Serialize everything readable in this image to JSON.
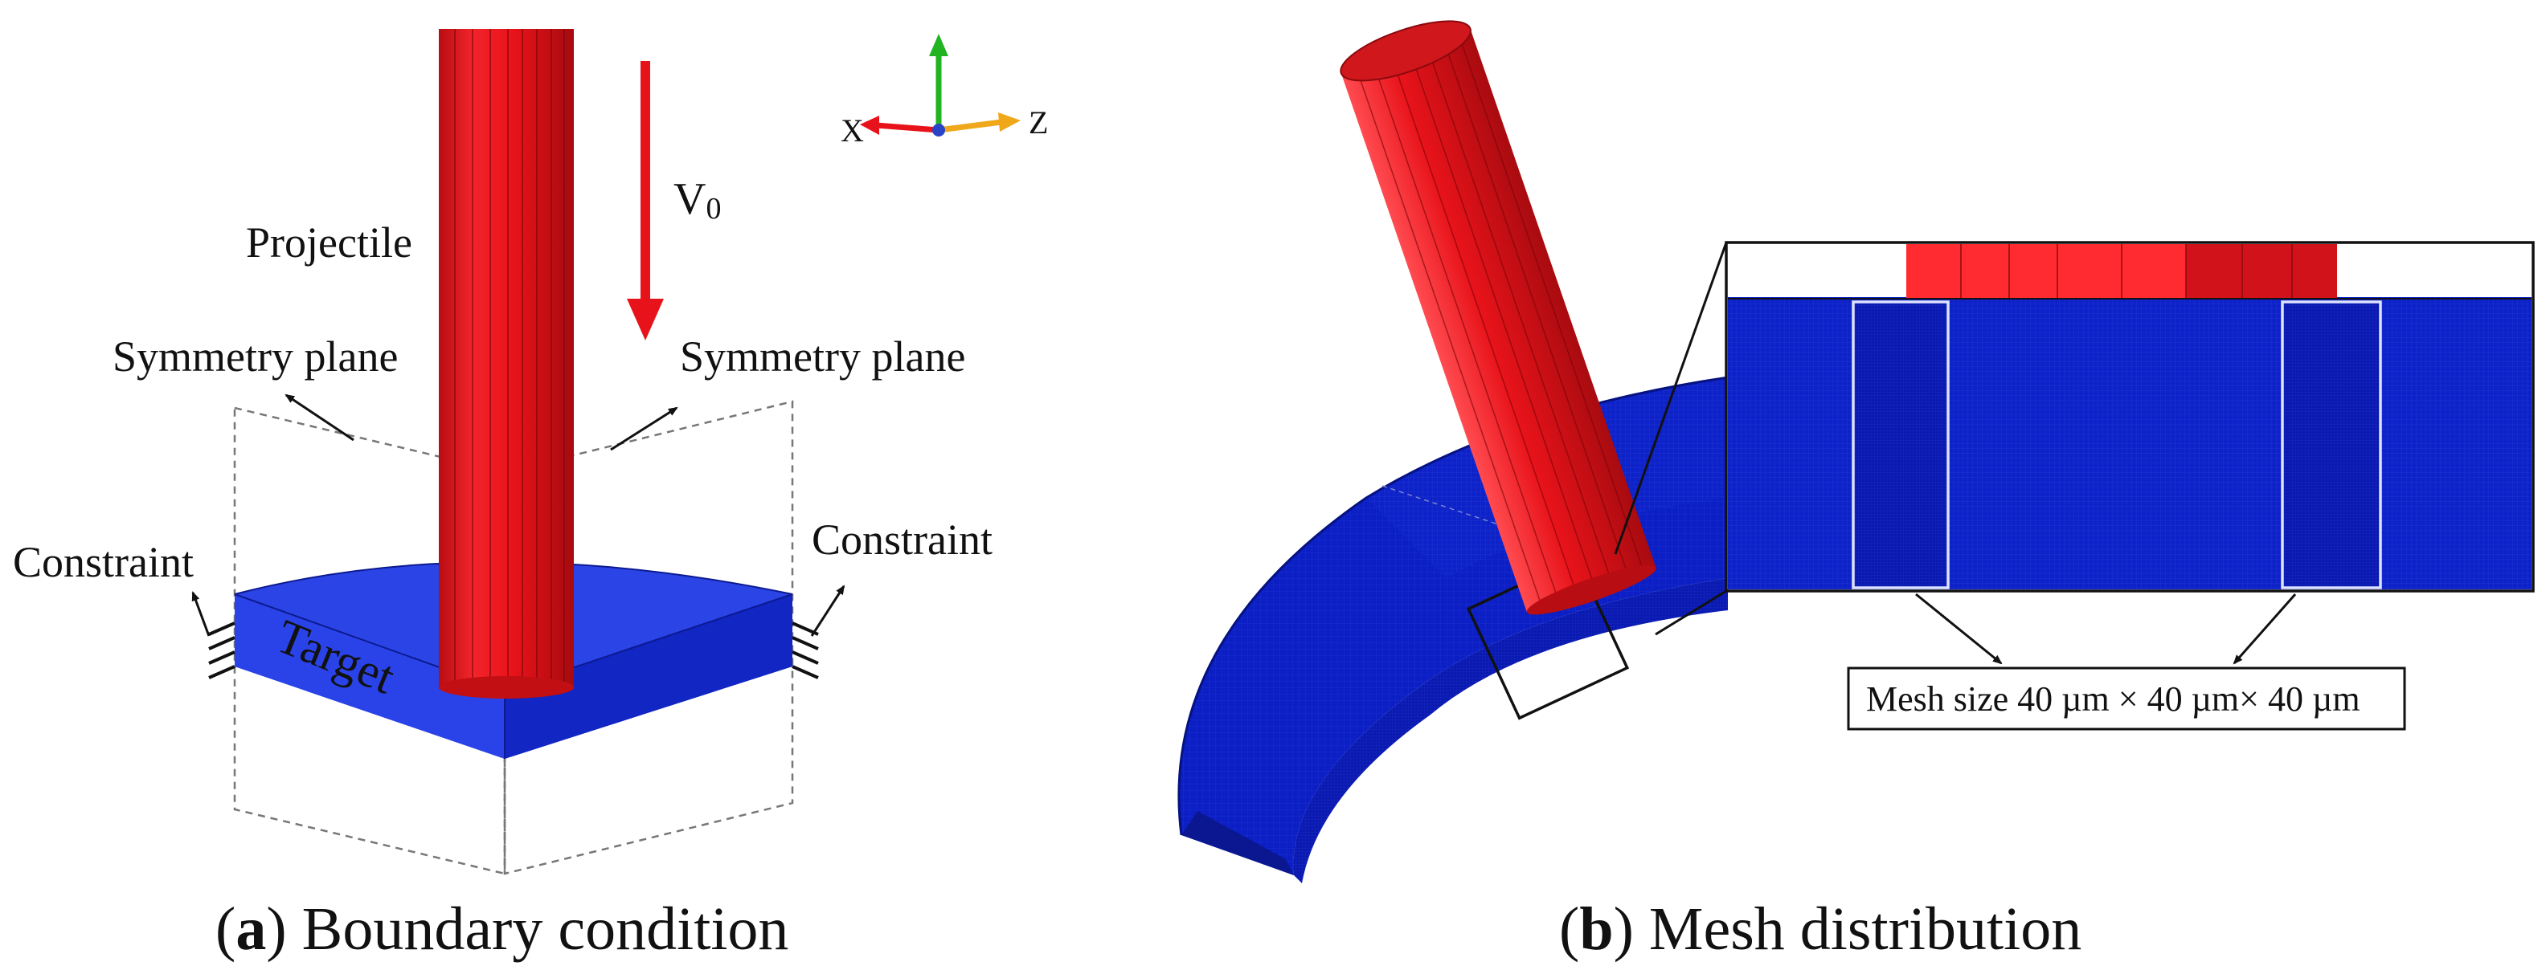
{
  "panel_a": {
    "projectile_label": "Projectile",
    "velocity_label_main": "V",
    "velocity_label_sub": "0",
    "symmetry_left": "Symmetry plane",
    "symmetry_right": "Symmetry plane",
    "constraint_left": "Constraint",
    "constraint_right": "Constraint",
    "target_label": "Target",
    "axis_x": "X",
    "axis_z": "Z",
    "caption_letter": "a",
    "caption_text": "Boundary condition",
    "colors": {
      "projectile": "#e8131a",
      "target": "#2035d8",
      "arrow": "#e8131a"
    }
  },
  "panel_b": {
    "mesh_label": "Mesh size 40 µm × 40 µm× 40 µm",
    "caption_letter": "b",
    "caption_text": "Mesh distribution",
    "colors": {
      "projectile": "#e8131a",
      "target": "#0b1fc4"
    }
  }
}
